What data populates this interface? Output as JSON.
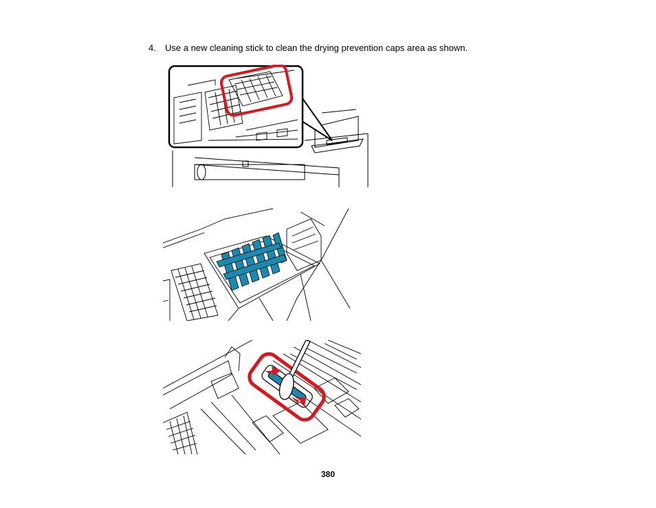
{
  "step": {
    "number": "4.",
    "text": "Use a new cleaning stick to clean the drying prevention caps area as shown."
  },
  "figures": [
    {
      "name": "printer-overview-callout",
      "highlight_color": "#d7191f"
    },
    {
      "name": "drying-caps-highlighted",
      "highlight_color": "#1b8ab0"
    },
    {
      "name": "cleaning-stick-motion",
      "highlight_color": "#d7191f"
    }
  ],
  "page_number": "380"
}
